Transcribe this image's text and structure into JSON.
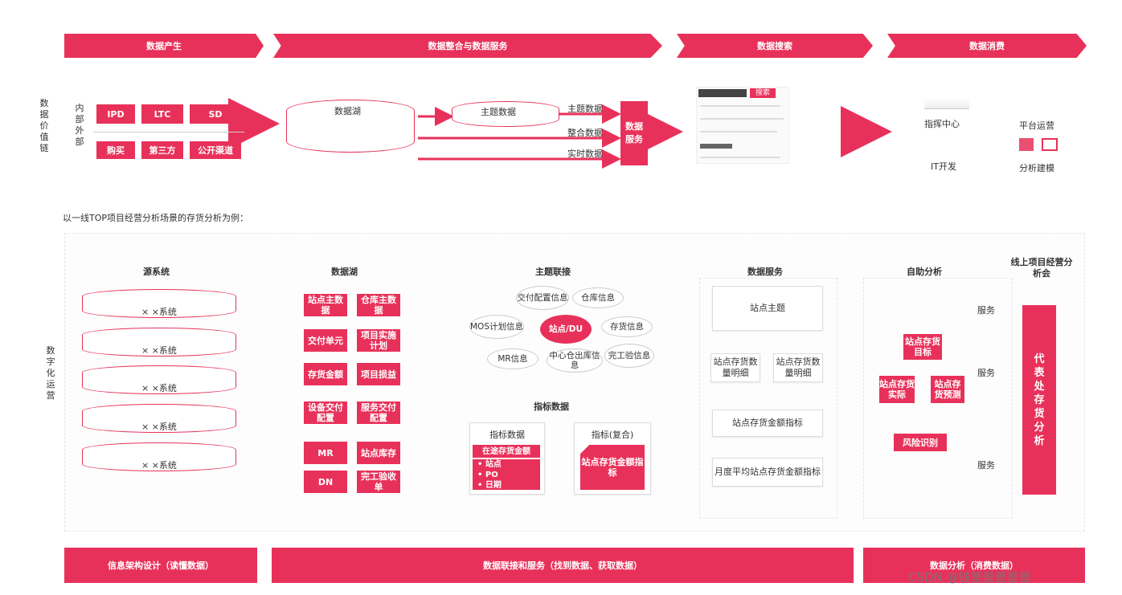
{
  "top_bands": [
    "数据产生",
    "数据整合与数据服务",
    "数据搜索",
    "数据消费"
  ],
  "value_chain": {
    "side_label": "数据价值链",
    "internal_external": "内部外部",
    "internal_systems": [
      "IPD",
      "LTC",
      "SD"
    ],
    "external_sources": [
      "购买",
      "第三方",
      "公开渠道"
    ],
    "data_lake": "数据湖",
    "topic_data": "主题数据",
    "flows": [
      "主题数据",
      "整合数据",
      "实时数据"
    ],
    "data_service": "数据服务",
    "search_button": "搜索",
    "consumers": [
      "指挥中心",
      "平台运营",
      "IT开发",
      "分析建模"
    ]
  },
  "example_caption": "以一线TOP项目经营分析场景的存货分析为例：",
  "digital": {
    "side_label": "数字化运营",
    "headers": [
      "源系统",
      "数据湖",
      "主题联接",
      "数据服务",
      "自助分析",
      "线上项目经营分析会"
    ],
    "systems": [
      "× ×系统",
      "× ×系统",
      "× ×系统",
      "× ×系统",
      "× ×系统"
    ],
    "lake_items": [
      "站点主数据",
      "仓库主数据",
      "交付单元",
      "项目实施计划",
      "存货金额",
      "项目损益",
      "设备交付配置",
      "服务交付配置",
      "MR",
      "站点库存",
      "DN",
      "完工验收单"
    ],
    "hub": "站点/DU",
    "satellites": [
      "交付配置信息",
      "仓库信息",
      "MOS计划信息",
      "存货信息",
      "MR信息",
      "中心仓出库信息",
      "完工验信息"
    ],
    "metric_title": "指标数据",
    "metric_box_title": "指标数据",
    "metric_highlight": "在途存货金额",
    "metric_dims": [
      "• 站点",
      "• PO",
      "• 日期"
    ],
    "composite_title": "指标(复合)",
    "composite_item": "站点存货金额指标",
    "service_boxes": [
      "站点主题",
      "站点存货数量明细",
      "站点存货数量明细",
      "站点存货金额指标",
      "月度平均站点存货金额指标"
    ],
    "analysis_items": [
      "站点存货目标",
      "站点存货实际",
      "站点存货预测",
      "风险识别"
    ],
    "service_labels": [
      "服务",
      "服务",
      "服务"
    ],
    "final_box": "代表处存货分析"
  },
  "bottom_bands": [
    "信息架构设计（读懂数据）",
    "数据联接和服务（找到数据、获取数据）",
    "数据分析（消费数据）"
  ],
  "watermark": "CSDN @钱景景景景景",
  "colors": {
    "accent": "#e8315a"
  }
}
